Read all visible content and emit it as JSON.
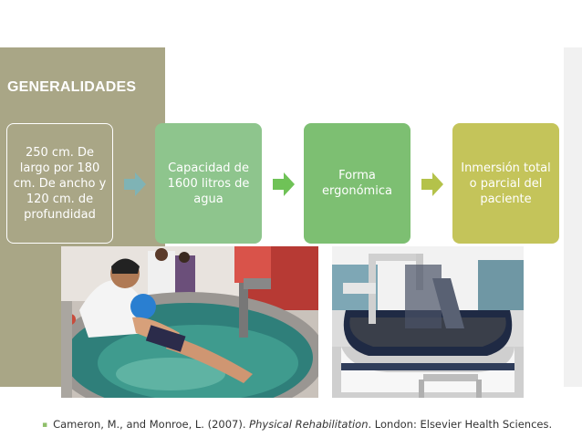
{
  "slide": {
    "title": "GENERALIDADES",
    "steps": [
      {
        "text": "250 cm. De largo por 180 cm. De ancho y 120 cm. de profundidad"
      },
      {
        "text": "Capacidad de 1600 litros de agua"
      },
      {
        "text": "Forma ergonómica"
      },
      {
        "text": "Inmersión total o parcial del paciente"
      }
    ],
    "citation": {
      "authors": "Cameron, M., and Monroe, L. (2007). ",
      "book": "Physical Rehabilitation",
      "publisher": ". London: Elsevier Health Sciences."
    }
  },
  "colors": {
    "olive": "#a9a686",
    "step2": "#8ec58d",
    "step3": "#7dbf72",
    "step4": "#c4c45a",
    "arrow_1": "#7fb3b5",
    "arrow_2": "#6fc257",
    "arrow_3": "#b4c24a"
  },
  "icons": [
    "right-arrow-icon",
    "bullet-icon"
  ]
}
